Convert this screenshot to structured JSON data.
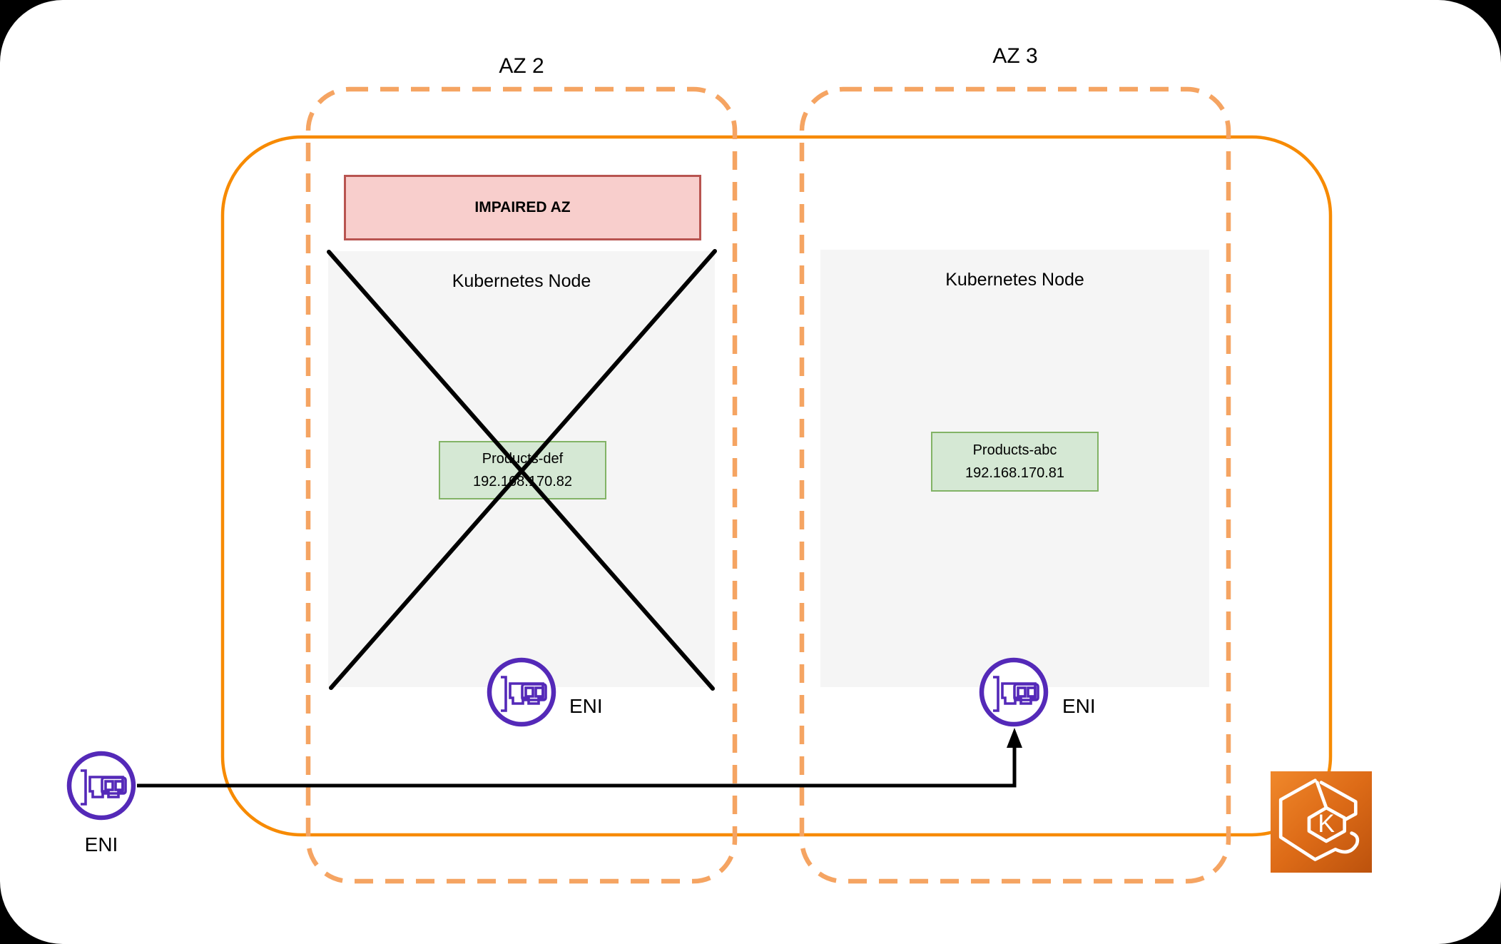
{
  "availability_zones": [
    {
      "label": "AZ 2",
      "status_banner": "IMPAIRED AZ"
    },
    {
      "label": "AZ 3"
    }
  ],
  "nodes": [
    {
      "title": "Kubernetes Node",
      "pod": {
        "name": "Products-def",
        "ip": "192.168.170.82"
      },
      "crossed_out": true,
      "eni_label": "ENI"
    },
    {
      "title": "Kubernetes Node",
      "pod": {
        "name": "Products-abc",
        "ip": "192.168.170.81"
      },
      "crossed_out": false,
      "eni_label": "ENI"
    }
  ],
  "floating_eni": {
    "label": "ENI"
  },
  "eks_icon": {
    "letter": "K"
  },
  "colors": {
    "az_dashed_border": "#F5A462",
    "cluster_border": "#F78A00",
    "impaired_fill": "#F8CECC",
    "impaired_border": "#B85450",
    "pod_fill": "#D5E8D4",
    "pod_border": "#82B366",
    "node_fill": "#F5F5F5",
    "eni_purple": "#5429B8",
    "eks_gradient_start": "#F0882B",
    "eks_gradient_end": "#BC520D",
    "cross_and_arrow": "#000000"
  }
}
